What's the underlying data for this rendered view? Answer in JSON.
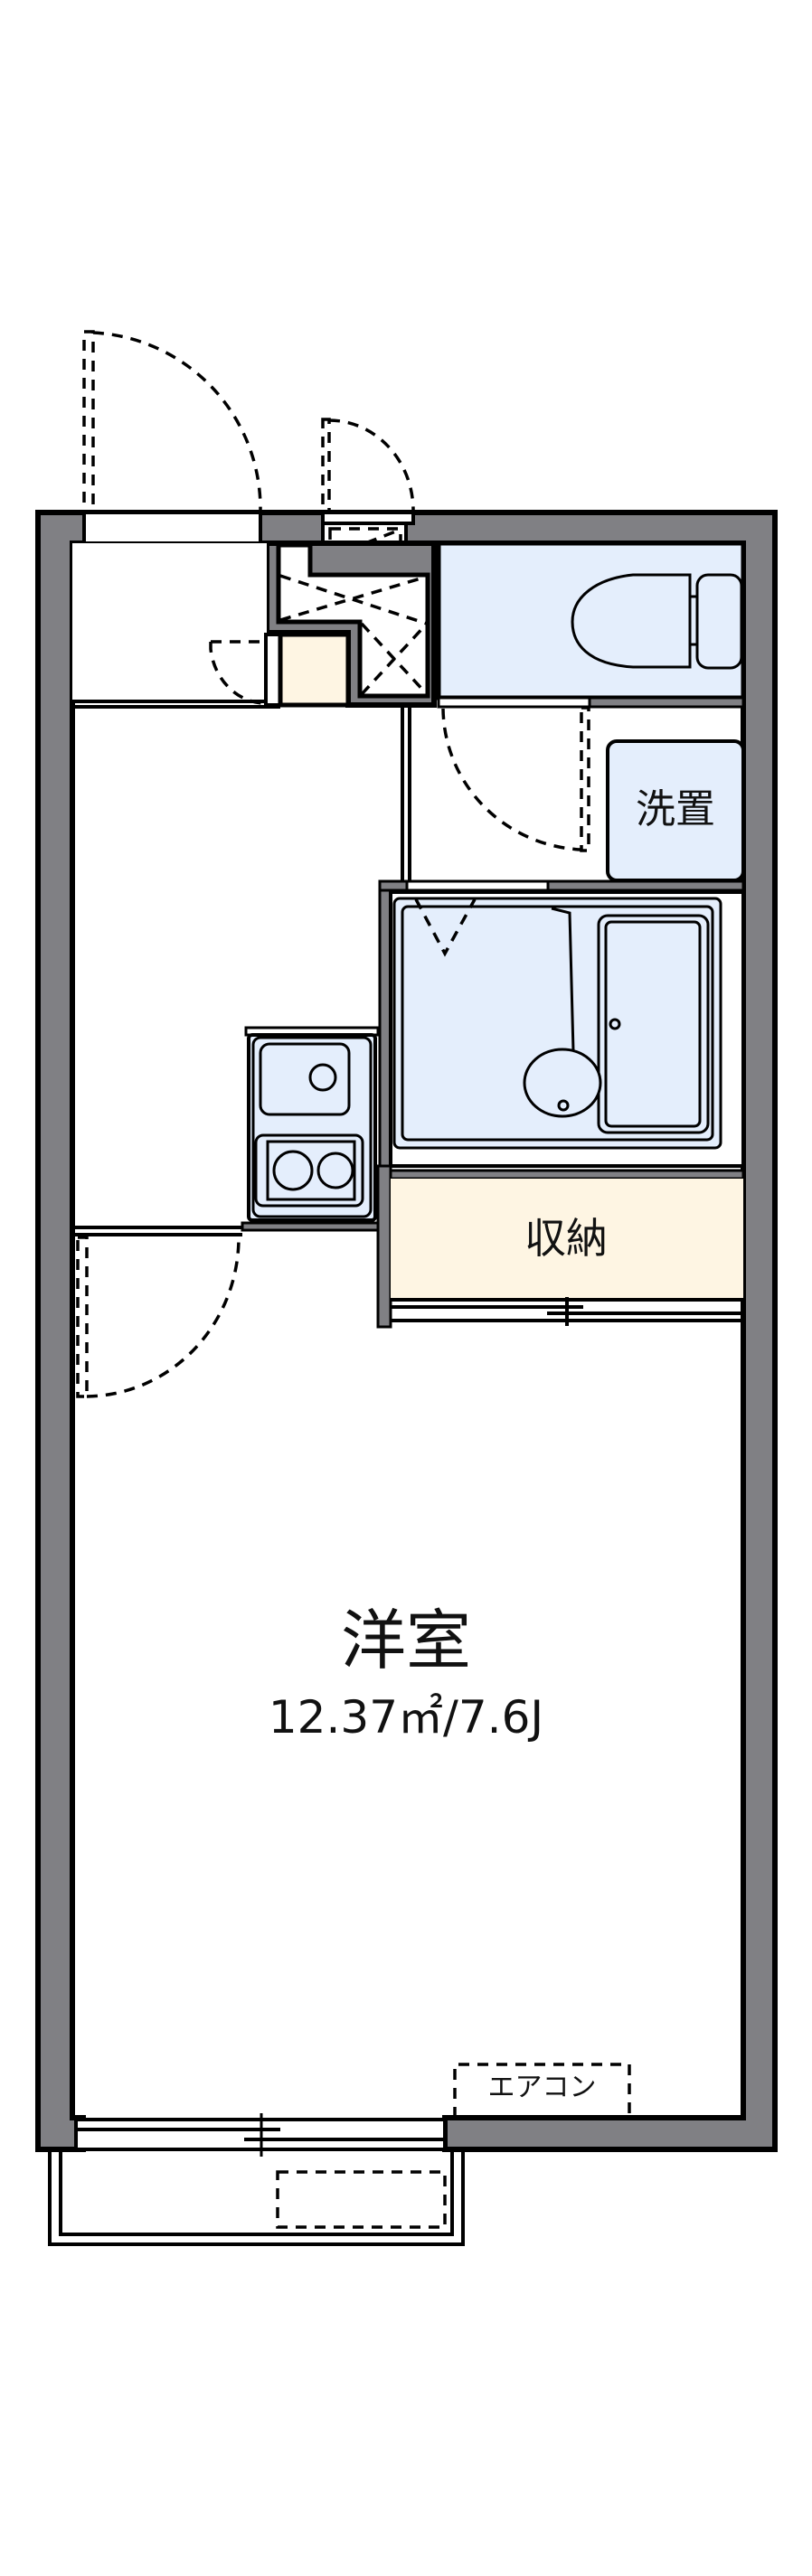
{
  "floor_plan": {
    "rooms": {
      "main_room": {
        "name": "洋室",
        "area": "12.37㎡/7.6J"
      },
      "storage": {
        "name": "収納"
      },
      "washer": {
        "name": "洗置"
      },
      "aircon": {
        "name": "エアコン"
      }
    },
    "colors": {
      "wall": "#808084",
      "wet_area": "#e4eefc",
      "storage": "#fef5e3",
      "outline": "#000000"
    }
  }
}
